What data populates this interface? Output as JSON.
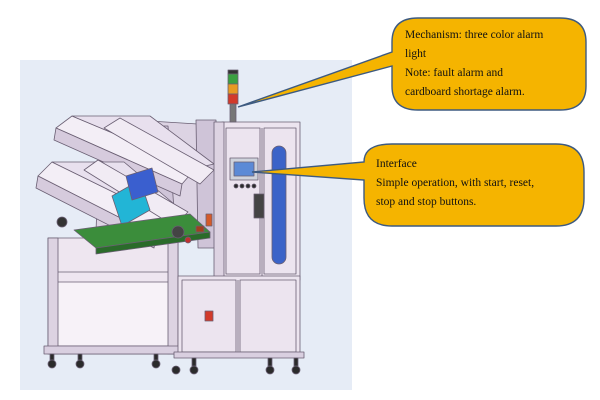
{
  "callouts": {
    "alarm": {
      "title_line1": "Mechanism: three color alarm",
      "title_line2": "light",
      "note_line1": "Note: fault alarm and",
      "note_line2": "cardboard shortage alarm."
    },
    "interface": {
      "title": "Interface",
      "desc_line1": "Simple operation, with start, reset,",
      "desc_line2": "stop and stop buttons."
    }
  },
  "colors": {
    "callout_fill": "#f5b400",
    "callout_stroke": "#3d5a80",
    "machine_body": "#ece4ef",
    "machine_edge": "#6a5f73",
    "background_panel": "#e6ecf6",
    "belt_green": "#3b8d3b",
    "accent_cyan": "#22b5d6",
    "accent_blue": "#3a5fcf",
    "beacon_red": "#d23a2a",
    "beacon_amber": "#e79a22",
    "beacon_green": "#3aa040"
  }
}
